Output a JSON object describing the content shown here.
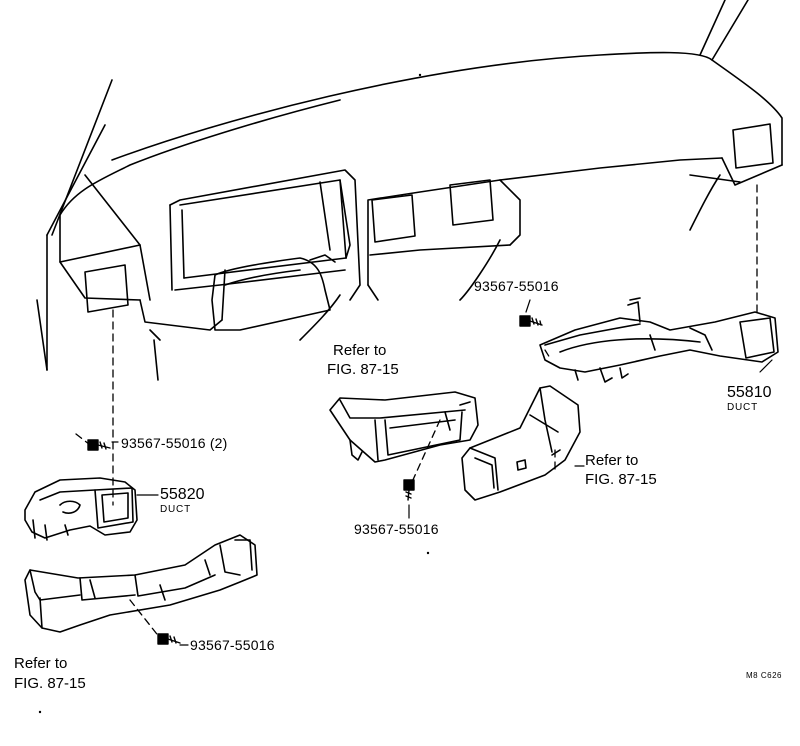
{
  "diagram": {
    "labels": {
      "screw_top_right": "93567-55016",
      "screw_left": "93567-55016 (2)",
      "screw_center": "93567-55016",
      "screw_bottom": "93567-55016",
      "duct_right_number": "55810",
      "duct_right_name": "DUCT",
      "duct_left_number": "55820",
      "duct_left_name": "DUCT",
      "ref_center_line1": "Refer to",
      "ref_center_line2": "FIG. 87-15",
      "ref_right_line1": "Refer to",
      "ref_right_line2": "FIG. 87-15",
      "ref_left_line1": "Refer to",
      "ref_left_line2": "FIG. 87-15",
      "drawing_code": "M8  C626"
    },
    "line_color": "#000000",
    "background": "#ffffff"
  }
}
